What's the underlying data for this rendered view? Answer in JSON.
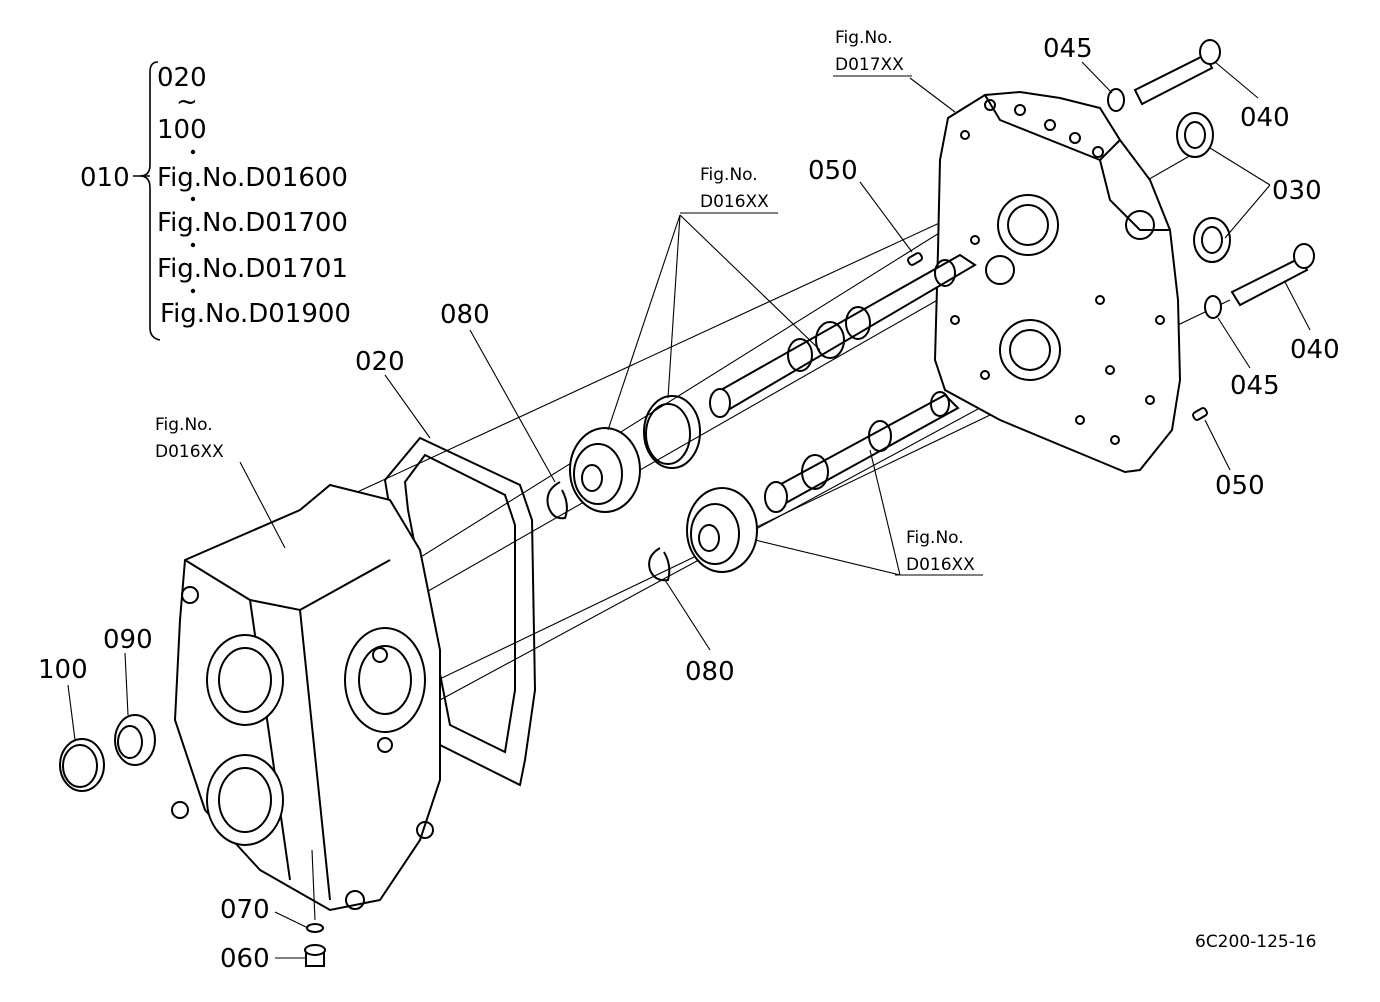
{
  "group": {
    "id": "010",
    "lines": [
      "020",
      "~",
      "100",
      "Fig.No.D01600",
      "Fig.No.D01700",
      "Fig.No.D01701",
      "Fig.No.D01900"
    ]
  },
  "figrefs": {
    "d017": [
      "Fig.No.",
      "D017XX"
    ],
    "d016_top": [
      "Fig.No.",
      "D016XX"
    ],
    "d016_left": [
      "Fig.No.",
      "D016XX"
    ],
    "d016_right": [
      "Fig.No.",
      "D016XX"
    ]
  },
  "labels": {
    "p045_top": "045",
    "p040_top": "040",
    "p030": "030",
    "p040_right": "040",
    "p045_right": "045",
    "p050_top": "050",
    "p050_right": "050",
    "p080_top": "080",
    "p080_bottom": "080",
    "p020": "020",
    "p090": "090",
    "p100": "100",
    "p070": "070",
    "p060": "060"
  },
  "drawing_ref": "6C200-125-16"
}
